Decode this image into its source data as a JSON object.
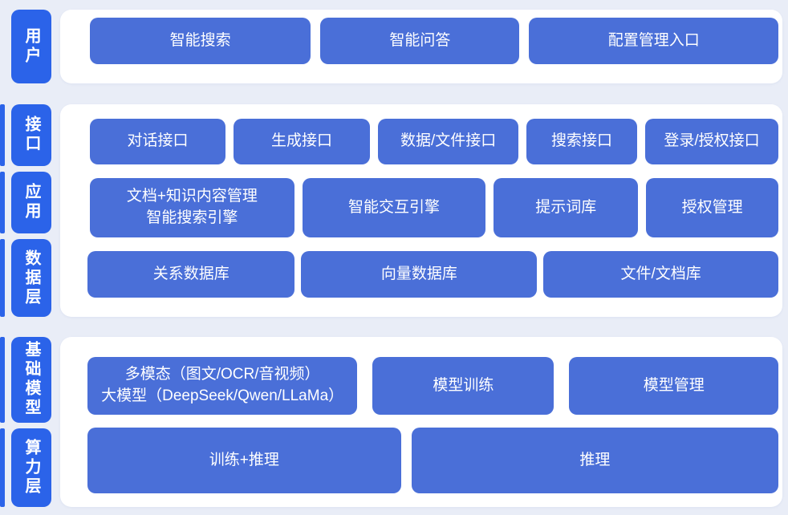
{
  "colors": {
    "tab": "#2b63e9",
    "btn": "#4a6fd8",
    "panel": "#ffffff",
    "bg": "#e9edf7",
    "txt": "#ffffff"
  },
  "sections": [
    {
      "tabs": [
        {
          "label": "用户"
        }
      ],
      "rows": [
        {
          "buttons": [
            {
              "label": "智能搜索"
            },
            {
              "label": "智能问答"
            },
            {
              "label": "配置管理入口"
            }
          ]
        }
      ]
    },
    {
      "tabs": [
        {
          "label": "接口"
        },
        {
          "label": "应用"
        },
        {
          "label": "数据层"
        }
      ],
      "rows": [
        {
          "buttons": [
            {
              "label": "对话接口"
            },
            {
              "label": "生成接口"
            },
            {
              "label": "数据/文件接口"
            },
            {
              "label": "搜索接口"
            },
            {
              "label": "登录/授权接口"
            }
          ]
        },
        {
          "buttons": [
            {
              "label": "文档+知识内容管理\n智能搜索引擎"
            },
            {
              "label": "智能交互引擎"
            },
            {
              "label": "提示词库"
            },
            {
              "label": "授权管理"
            }
          ]
        },
        {
          "buttons": [
            {
              "label": "关系数据库"
            },
            {
              "label": "向量数据库"
            },
            {
              "label": "文件/文档库"
            }
          ]
        }
      ]
    },
    {
      "tabs": [
        {
          "label": "基础模型"
        },
        {
          "label": "算力层"
        }
      ],
      "rows": [
        {
          "buttons": [
            {
              "label": "多模态（图文/OCR/音视频）\n大模型（DeepSeek/Qwen/LLaMa）"
            },
            {
              "label": "模型训练"
            },
            {
              "label": "模型管理"
            }
          ]
        },
        {
          "buttons": [
            {
              "label": "训练+推理"
            },
            {
              "label": "推理"
            }
          ]
        }
      ]
    }
  ]
}
